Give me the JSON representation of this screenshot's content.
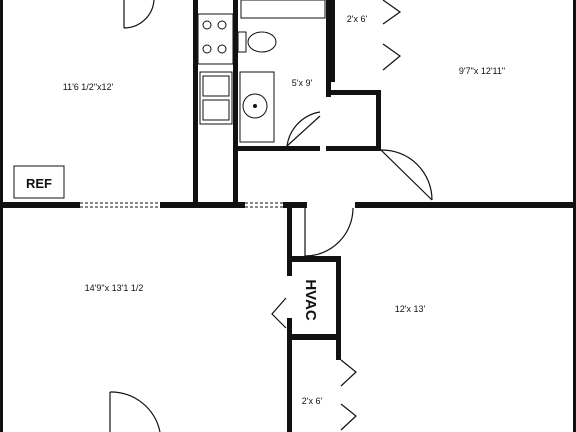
{
  "rooms": {
    "living_top_left": "11'6 1/2\"x12'",
    "closet_top": "2'x 6'",
    "bedroom_top_right": "9'7\"x 12'11\"",
    "bath": "5'x 9'",
    "living_bottom_left": "14'9\"x 13'1 1/2",
    "bedroom_bottom_right": "12'x 13'",
    "closet_bottom": "2'x 6'"
  },
  "labels": {
    "ref": "REF",
    "hvac": "HVAC"
  },
  "colors": {
    "wall": "#111111",
    "background": "#ffffff"
  }
}
